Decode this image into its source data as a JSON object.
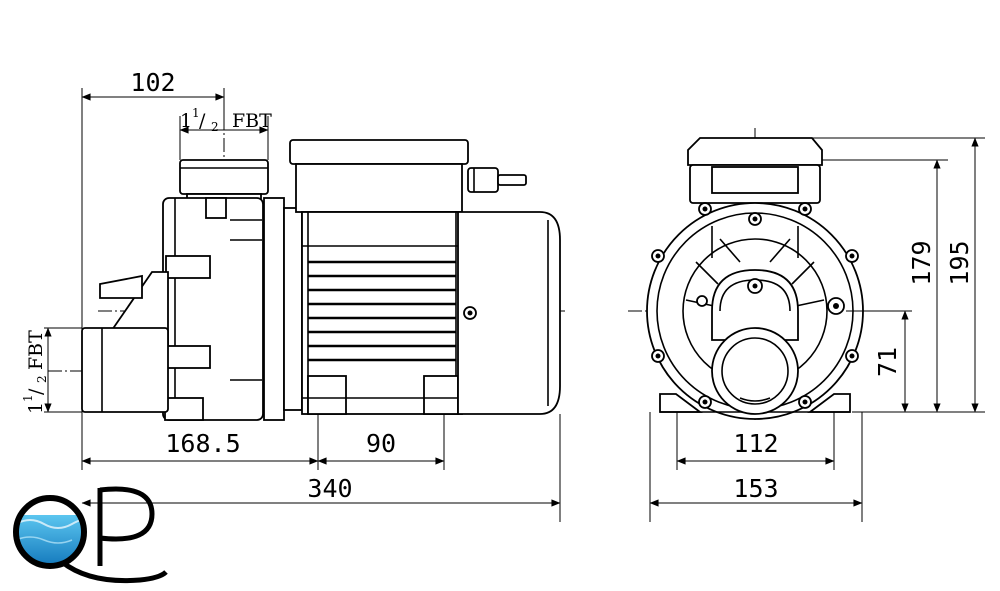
{
  "diagram": {
    "side_view": {
      "dim_top": "102",
      "dim_bottom_left": "168.5",
      "dim_bottom_mid": "90",
      "dim_overall": "340",
      "outlet_label": {
        "whole": "1",
        "num": "1",
        "slash": "/",
        "den": "2",
        "unit": "FBT"
      },
      "inlet_label": {
        "whole": "1",
        "num": "1",
        "slash": "/",
        "den": "2",
        "unit": "FBT"
      }
    },
    "front_view": {
      "dim_base_inner": "112",
      "dim_base_outer": "153",
      "dim_axis_height": "71",
      "dim_body_height": "179",
      "dim_total_height": "195"
    },
    "logo": {
      "text_q": "Q",
      "text_p": "P",
      "water_color": "#1e9fd8"
    }
  }
}
